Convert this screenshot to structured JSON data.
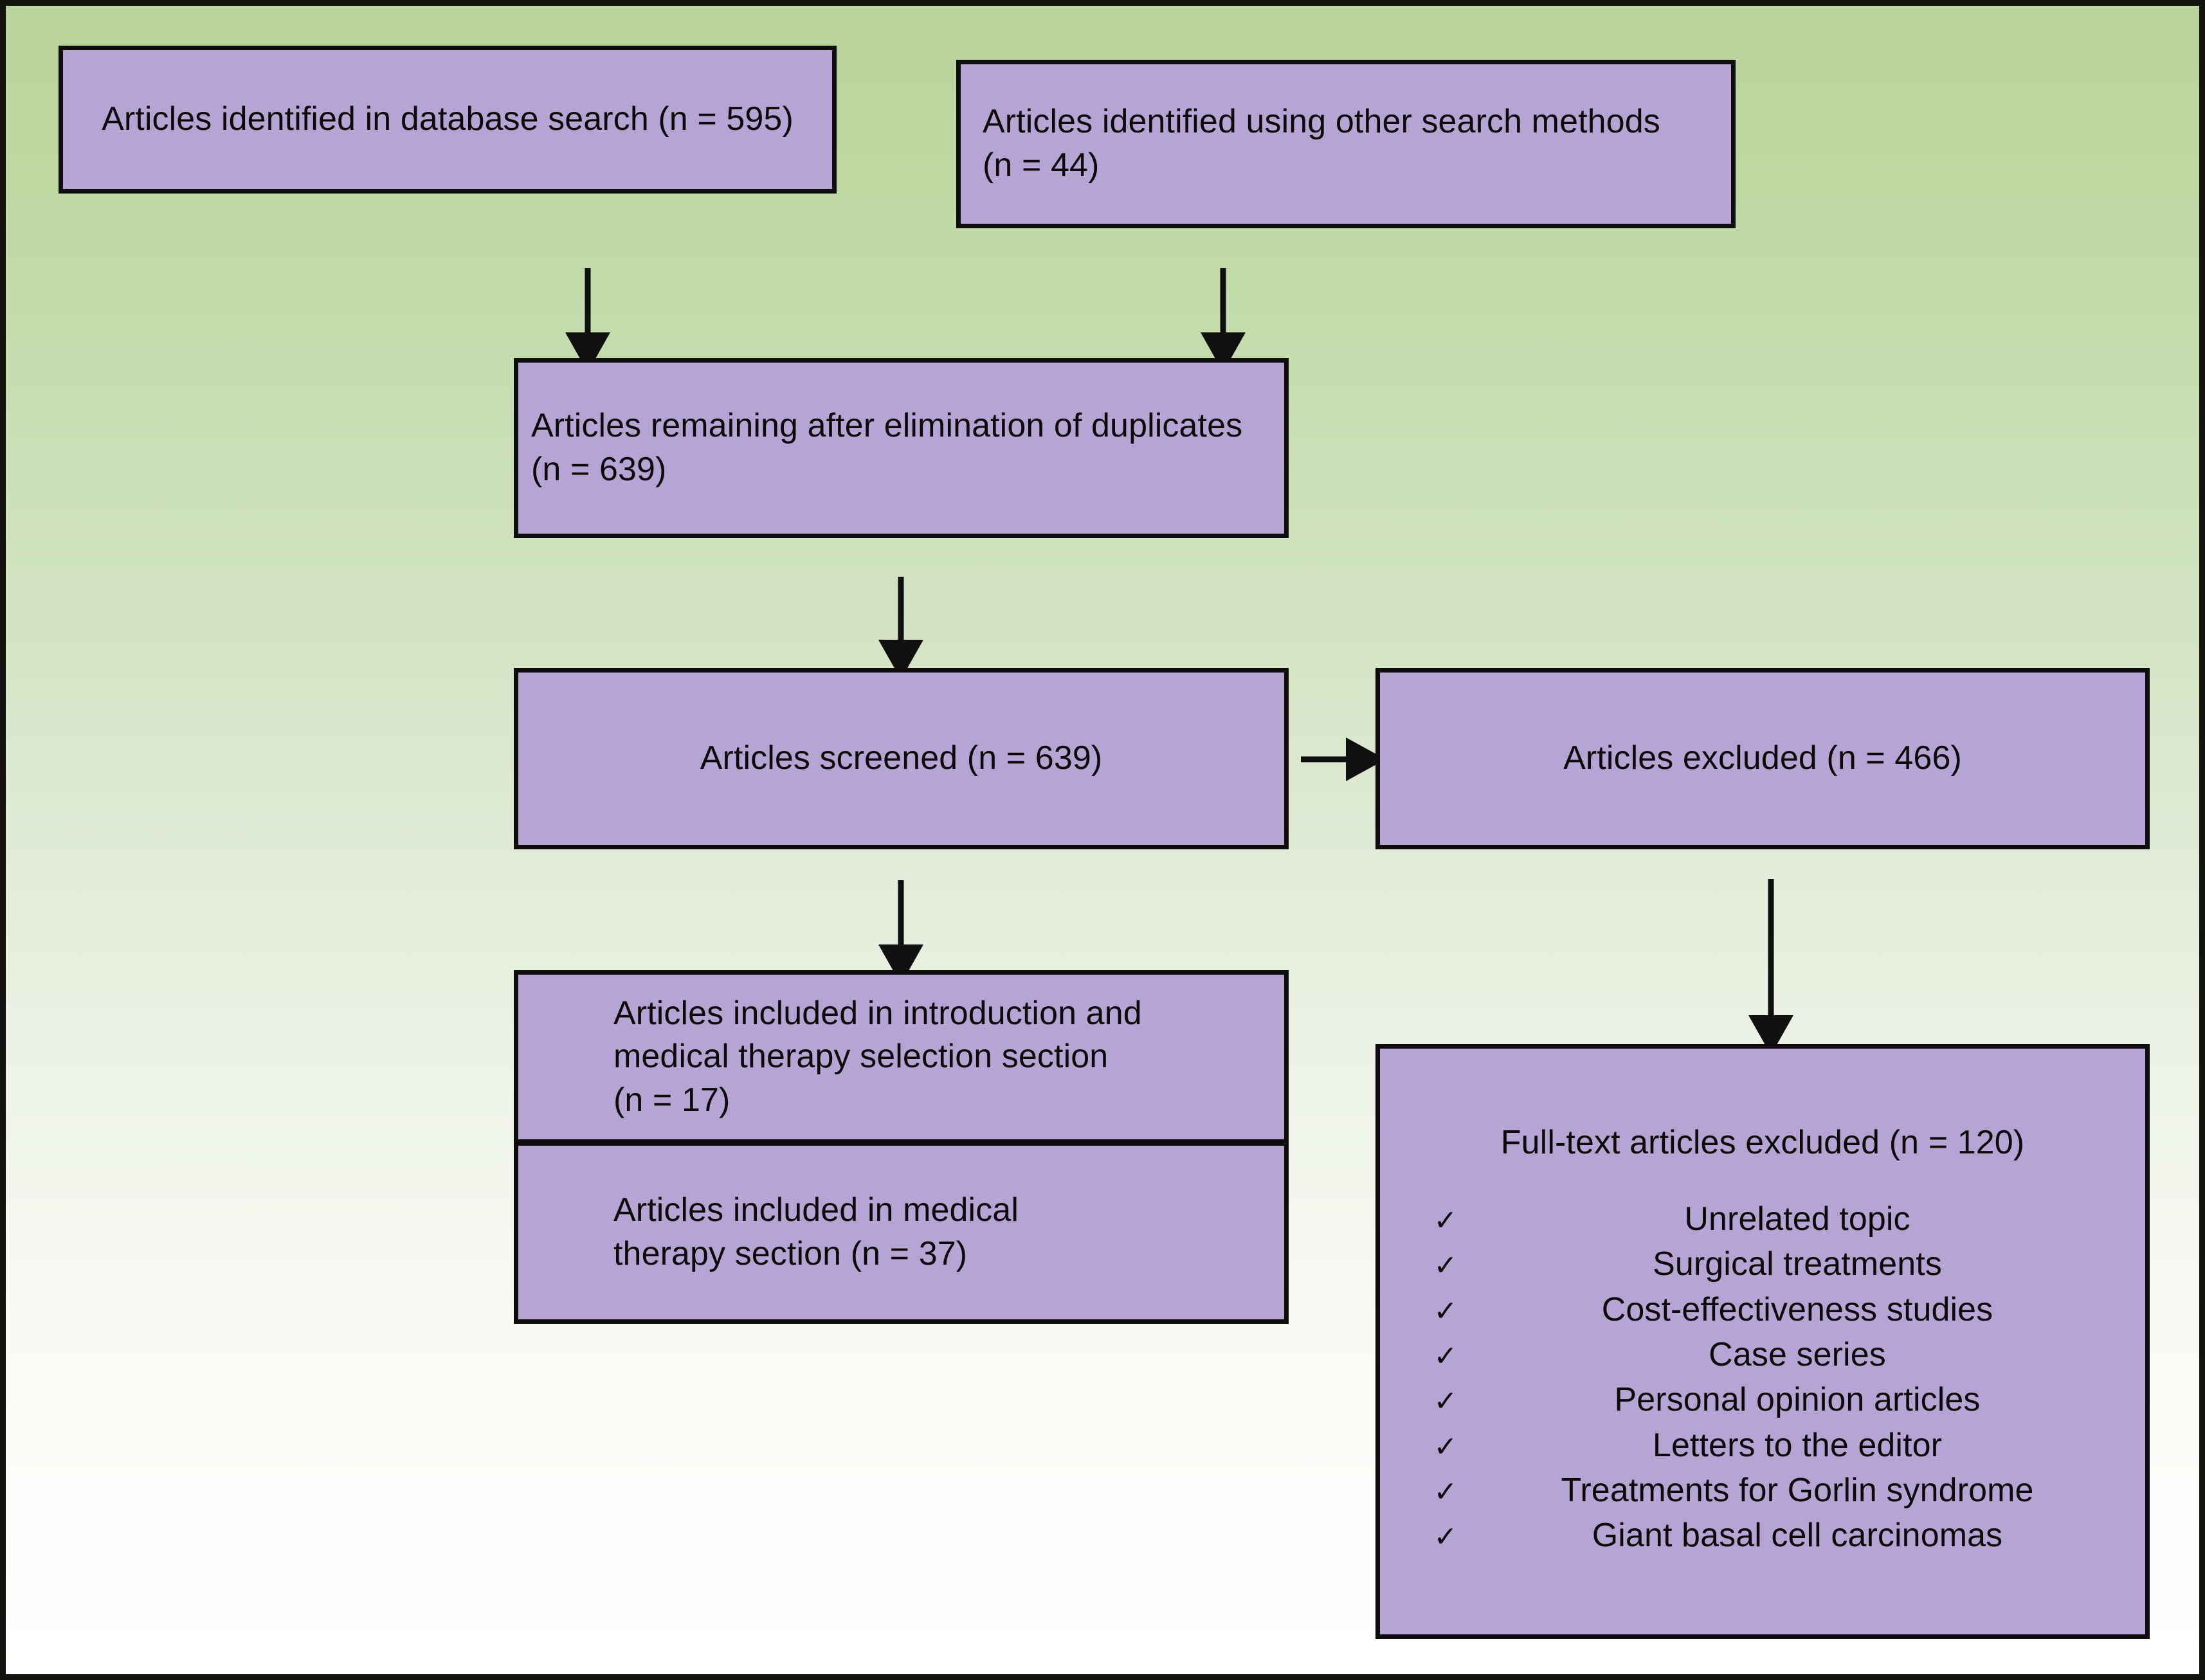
{
  "diagram": {
    "type": "prisma-flow-diagram",
    "colors": {
      "box_fill": "#b5a4d4",
      "box_border": "#100e0c",
      "background_top": "#b8d49a",
      "background_bottom": "#ffffff",
      "frame_border": "#15130f",
      "text": "#0d0b09"
    },
    "nodes": {
      "database_search": {
        "label": "Articles identified in database search (n = 595)",
        "n": 595
      },
      "other_methods": {
        "label": "Articles identified using other search methods\n(n = 44)",
        "n": 44
      },
      "after_duplicates": {
        "label": "Articles remaining after elimination of duplicates\n (n = 639)",
        "n": 639
      },
      "screened": {
        "label": "Articles screened (n = 639)",
        "n": 639
      },
      "excluded": {
        "label": "Articles excluded (n = 466)",
        "n": 466
      },
      "included_intro": {
        "label": "Articles included in introduction and\nmedical therapy selection section\n(n = 17)",
        "n": 17
      },
      "included_medical": {
        "label": "Articles included in medical\ntherapy section (n = 37)",
        "n": 37
      },
      "fulltext_excluded": {
        "title": "Full-text articles excluded (n = 120)",
        "n": 120,
        "reasons": [
          "Unrelated topic",
          "Surgical treatments",
          "Cost-effectiveness studies",
          "Case series",
          "Personal opinion articles",
          "Letters to the editor",
          "Treatments for Gorlin syndrome",
          "Giant basal cell carcinomas"
        ],
        "bullet_glyph": "✓"
      }
    },
    "edges": [
      {
        "from": "database_search",
        "to": "after_duplicates",
        "direction": "down"
      },
      {
        "from": "other_methods",
        "to": "after_duplicates",
        "direction": "down"
      },
      {
        "from": "after_duplicates",
        "to": "screened",
        "direction": "down"
      },
      {
        "from": "screened",
        "to": "excluded",
        "direction": "right"
      },
      {
        "from": "screened",
        "to": "included_intro",
        "direction": "down"
      },
      {
        "from": "excluded",
        "to": "fulltext_excluded",
        "direction": "down"
      }
    ]
  }
}
